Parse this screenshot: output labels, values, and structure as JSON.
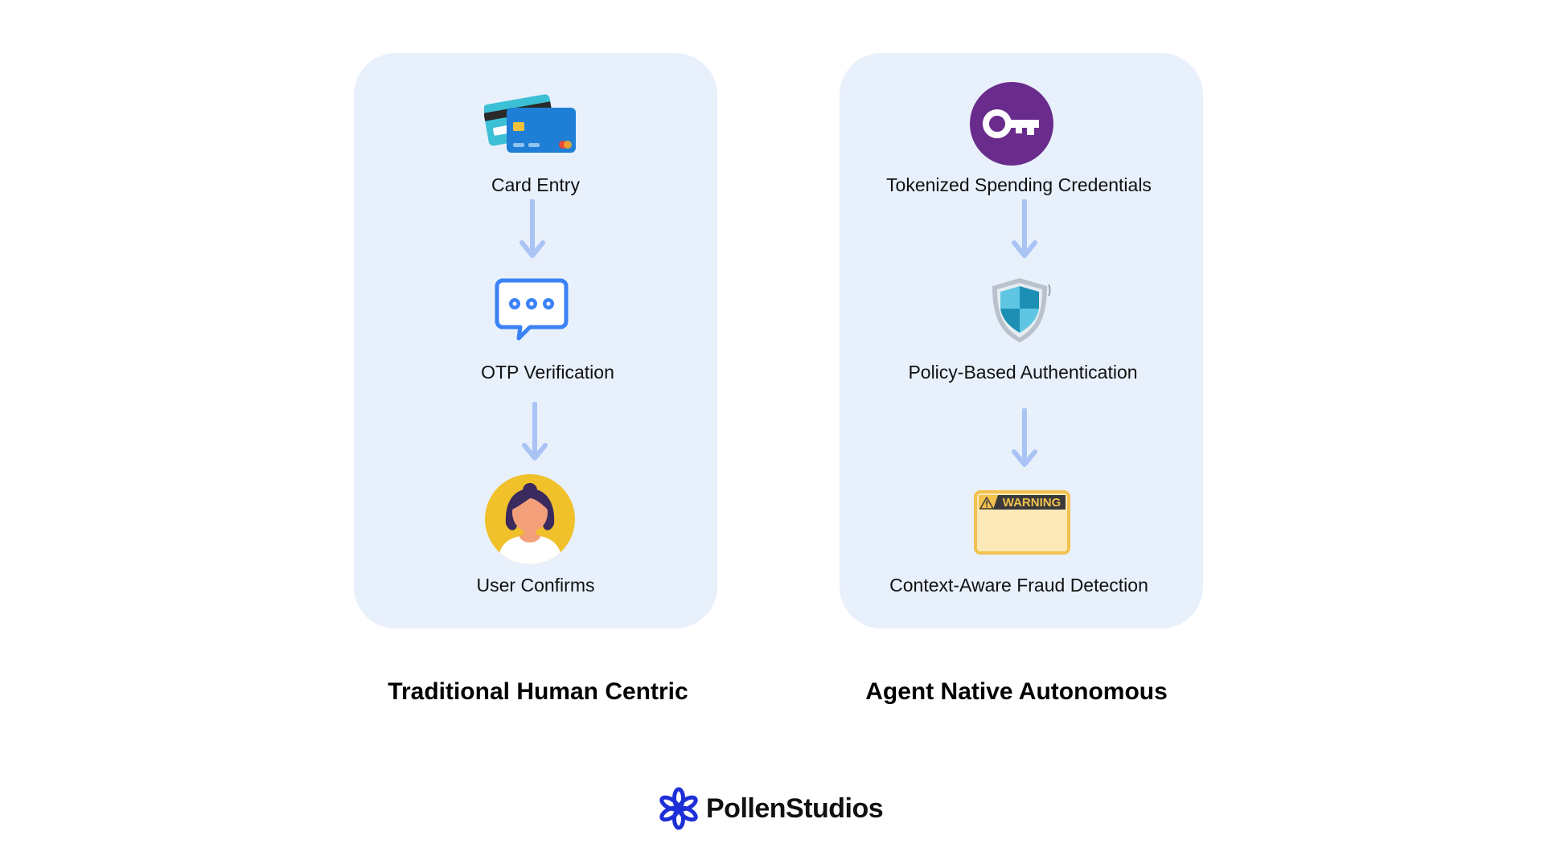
{
  "left_column": {
    "title": "Traditional Human Centric",
    "steps": [
      {
        "label": "Card Entry",
        "icon": "credit-card-icon"
      },
      {
        "label": "OTP Verification",
        "icon": "chat-bubble-icon"
      },
      {
        "label": "User Confirms",
        "icon": "user-avatar-icon"
      }
    ]
  },
  "right_column": {
    "title": "Agent Native Autonomous",
    "steps": [
      {
        "label": "Tokenized Spending Credentials",
        "icon": "key-icon"
      },
      {
        "label": "Policy-Based Authentication",
        "icon": "shield-icon"
      },
      {
        "label": "Context-Aware Fraud Detection",
        "icon": "warning-sign-icon"
      }
    ],
    "warning_text": "WARNING"
  },
  "logo": {
    "text": "PollenStudios",
    "icon": "flower-logo-icon"
  },
  "colors": {
    "panel_bg": "#e8f0fc",
    "arrow": "#a9c3f5",
    "key_circle": "#6a2c8c",
    "logo_blue": "#1e2fd6",
    "chat_blue": "#3b82f6",
    "avatar_bg": "#f0c12a"
  }
}
